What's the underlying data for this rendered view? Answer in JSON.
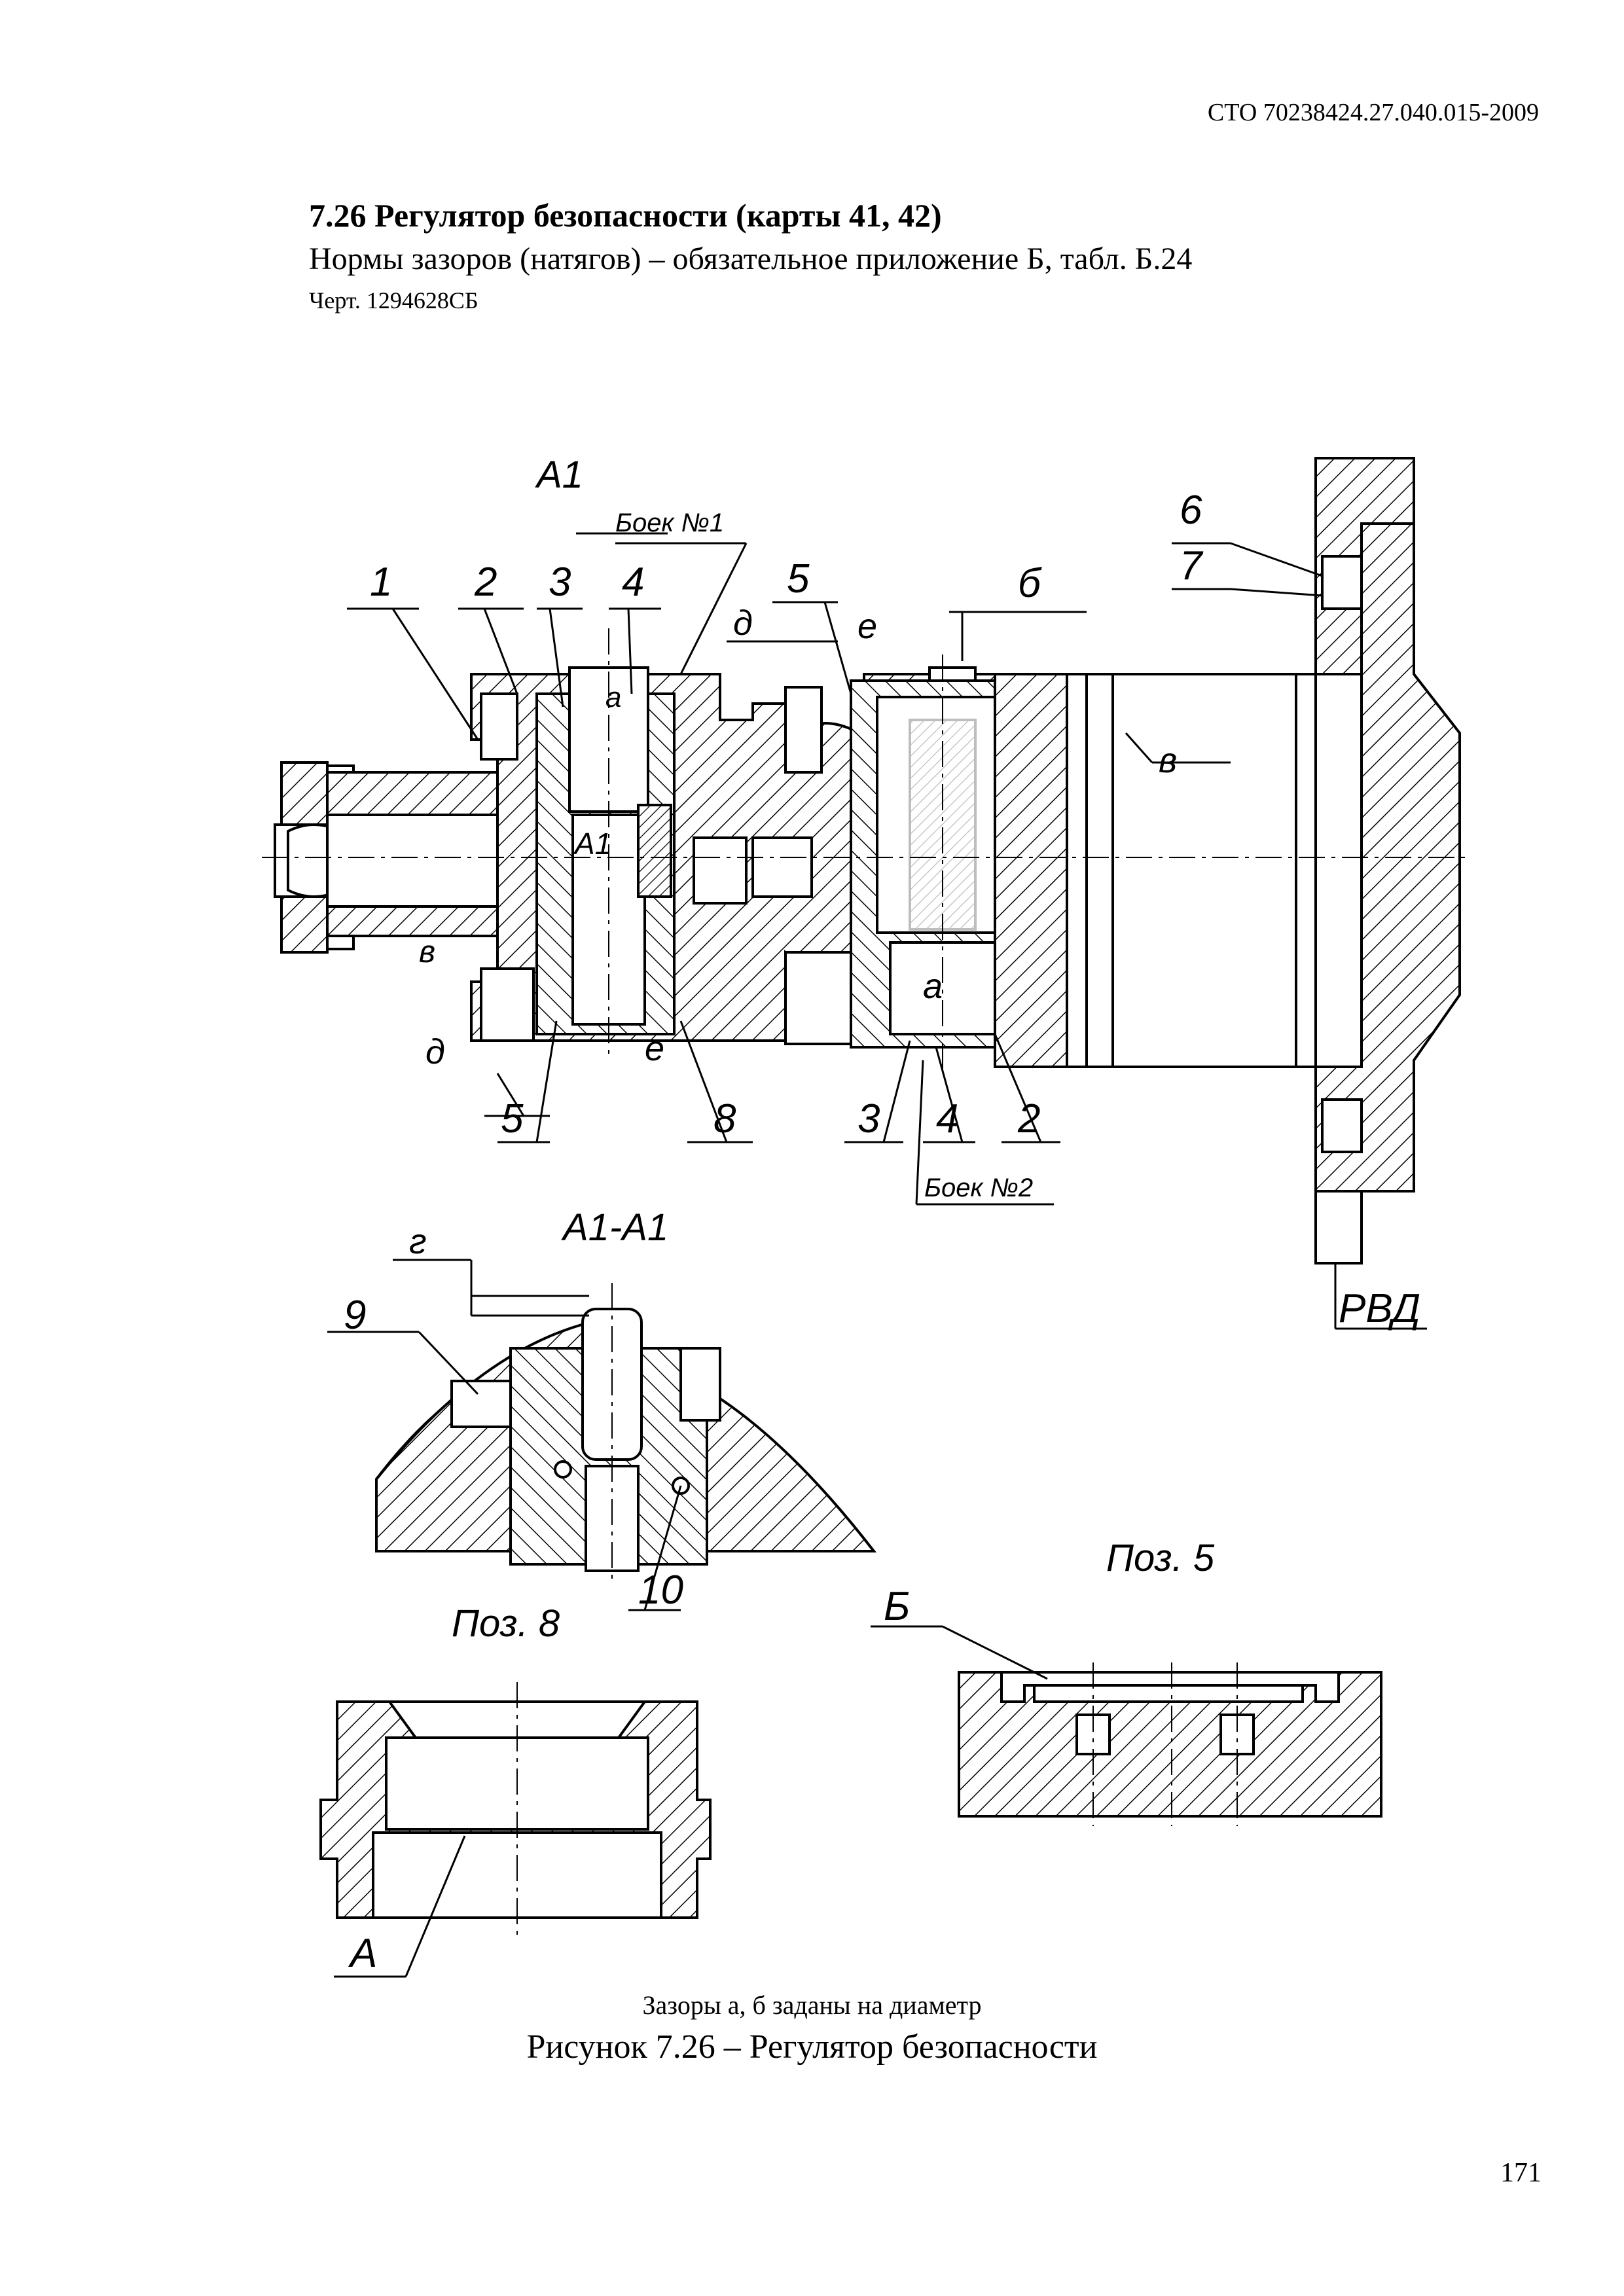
{
  "header": {
    "doc_code": "СТО 70238424.27.040.015-2009"
  },
  "section": {
    "title": "7.26 Регулятор безопасности (карты 41, 42)",
    "norms": "Нормы зазоров (натягов) – обязательное приложение Б, табл. Б.24",
    "drawing_ref": "Черт. 1294628СБ"
  },
  "figure": {
    "main_view": {
      "section_mark": "А1",
      "striker_1": "Боек №1",
      "striker_2": "Боек №2",
      "parts_top": [
        "1",
        "2",
        "3",
        "4",
        "5"
      ],
      "part_6": "6",
      "part_7": "7",
      "gap_b": "б",
      "gap_d": "д",
      "gap_e": "е",
      "gap_v": "в",
      "gap_a": "а",
      "section_inner": "А1",
      "parts_bottom_left": [
        "5",
        "8"
      ],
      "parts_bottom_right": [
        "3",
        "4",
        "2"
      ],
      "rvd": "РВД"
    },
    "section_view": {
      "title": "А1-А1",
      "gap_g": "г",
      "part_9": "9",
      "part_10": "10"
    },
    "detail_8": {
      "title": "Поз. 8",
      "mark": "А"
    },
    "detail_5": {
      "title": "Поз. 5",
      "mark": "Б"
    }
  },
  "footer": {
    "note": "Зазоры а, б заданы на диаметр",
    "caption": "Рисунок 7.26 – Регулятор безопасности",
    "page_number": "171"
  }
}
